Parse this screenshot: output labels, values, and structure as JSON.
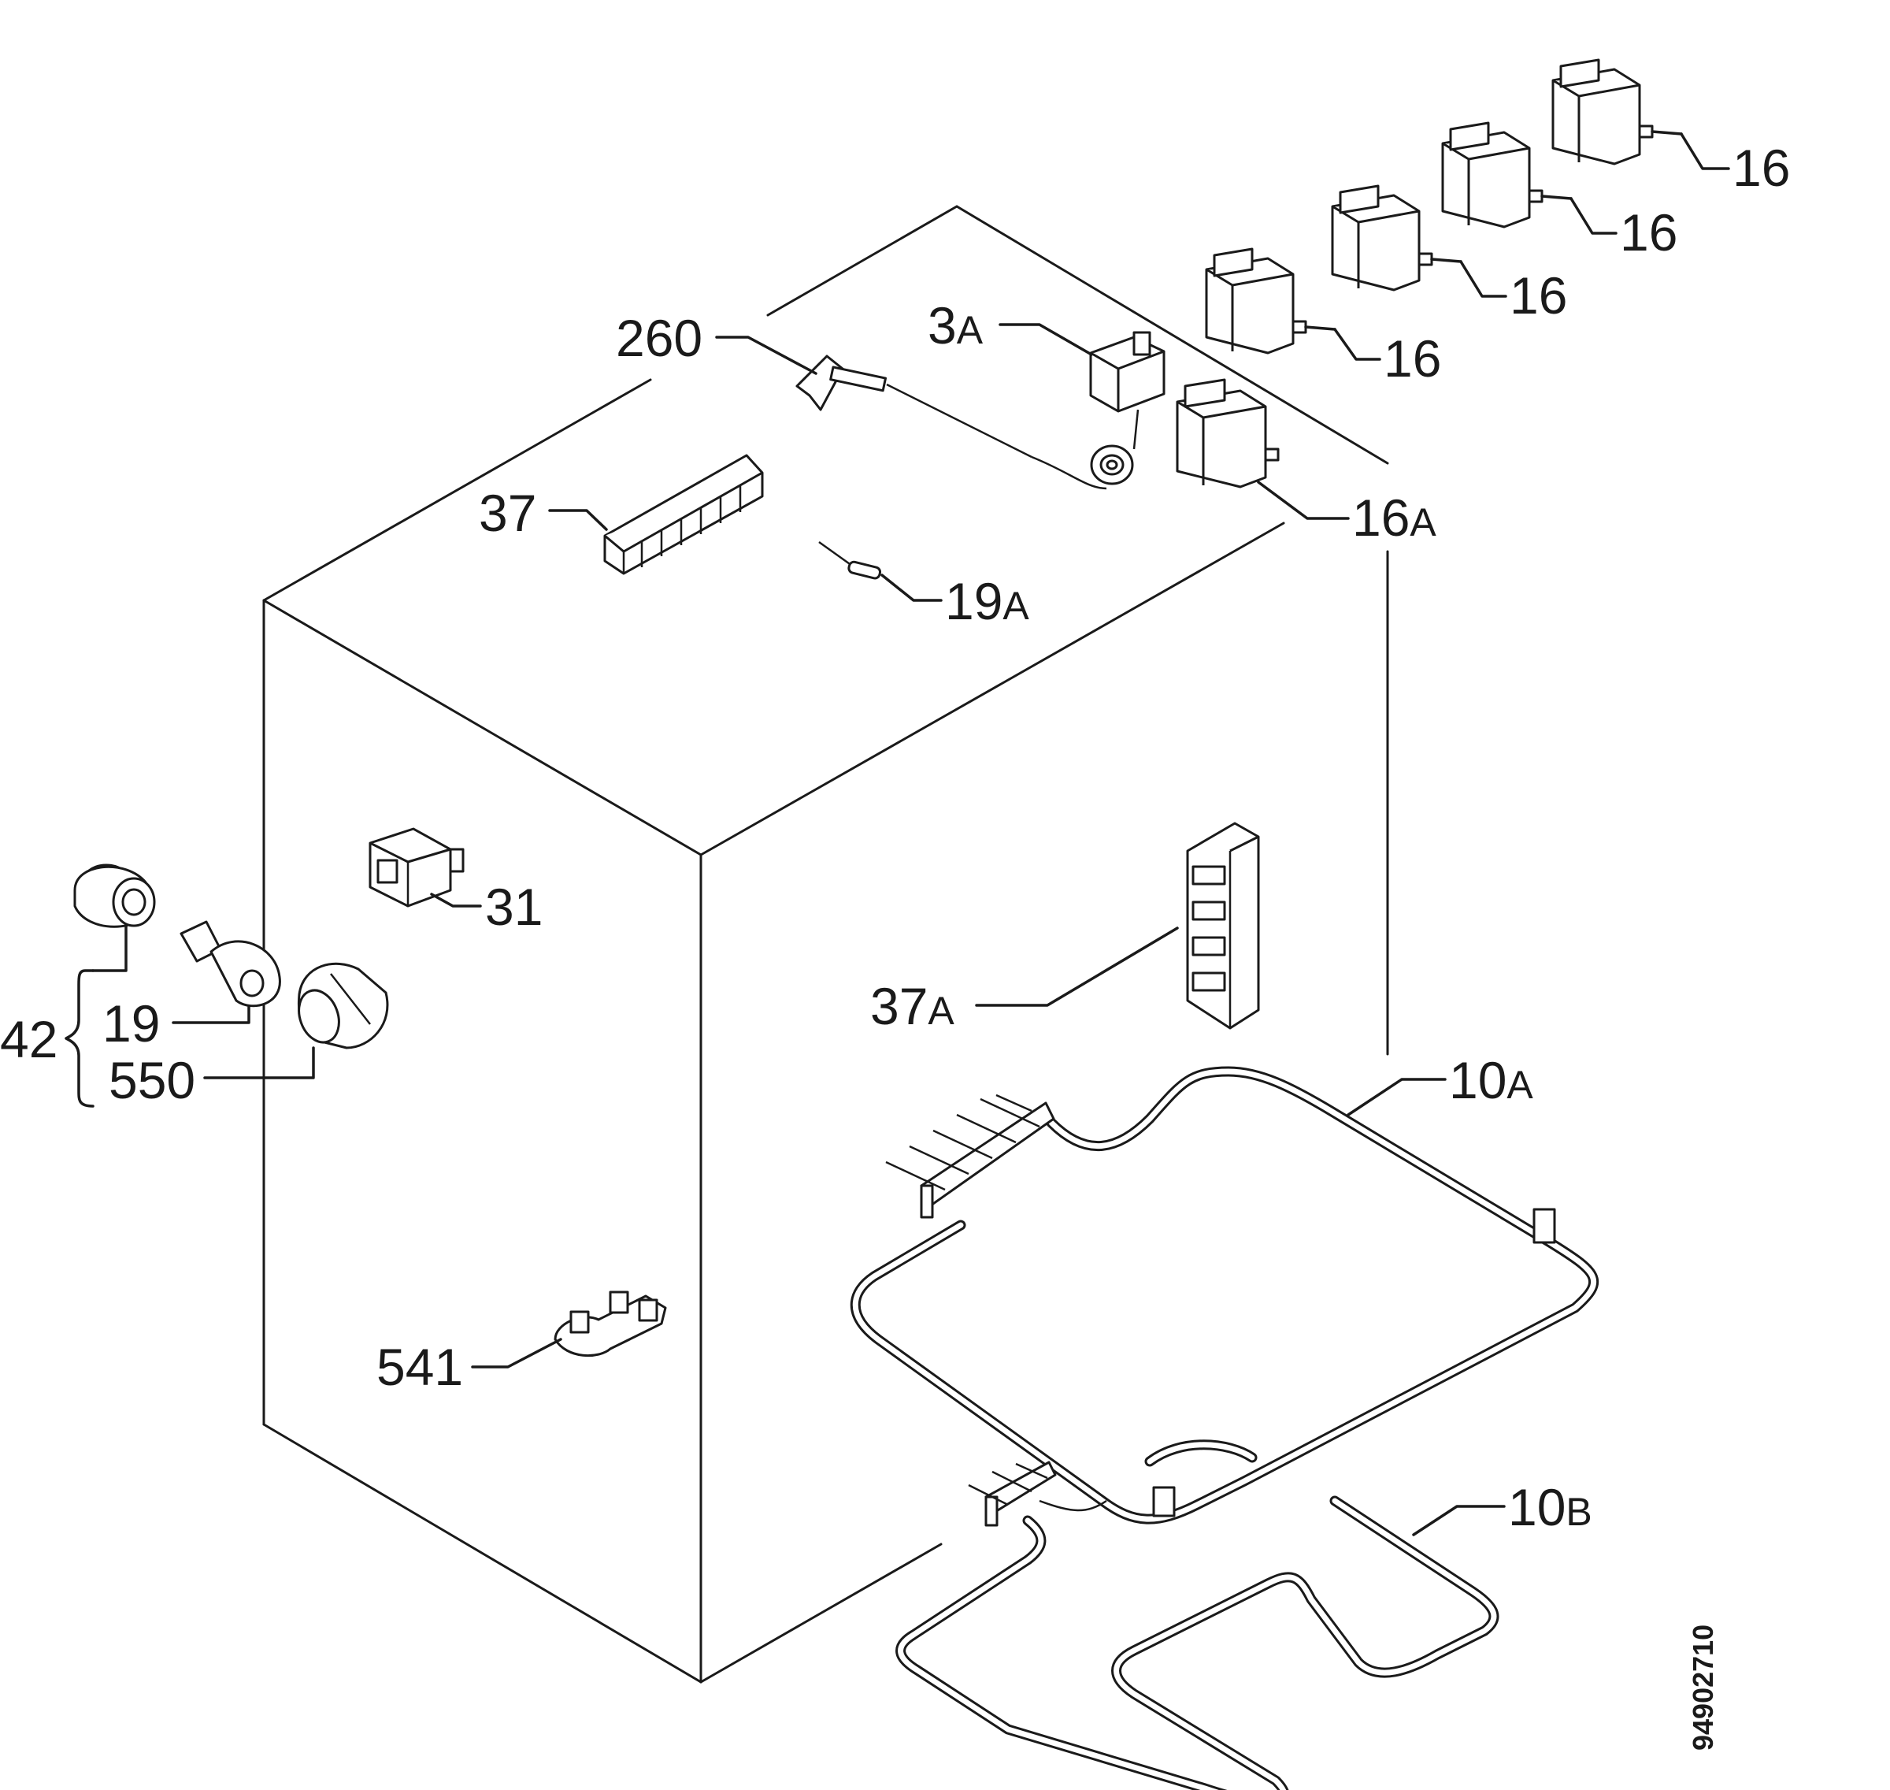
{
  "labels": {
    "p16_1": "16",
    "p16_2": "16",
    "p16_3": "16",
    "p16_4": "16",
    "p16a_num": "16",
    "p16a_suf": "A",
    "p260": "260",
    "p3a_num": "3",
    "p3a_suf": "A",
    "p37": "37",
    "p19a_num": "19",
    "p19a_suf": "A",
    "p31": "31",
    "p42": "42",
    "p19": "19",
    "p550": "550",
    "p37a_num": "37",
    "p37a_suf": "A",
    "p10a_num": "10",
    "p10a_suf": "A",
    "p10b_num": "10",
    "p10b_suf": "B",
    "p541": "541"
  },
  "document_id": "94902710"
}
